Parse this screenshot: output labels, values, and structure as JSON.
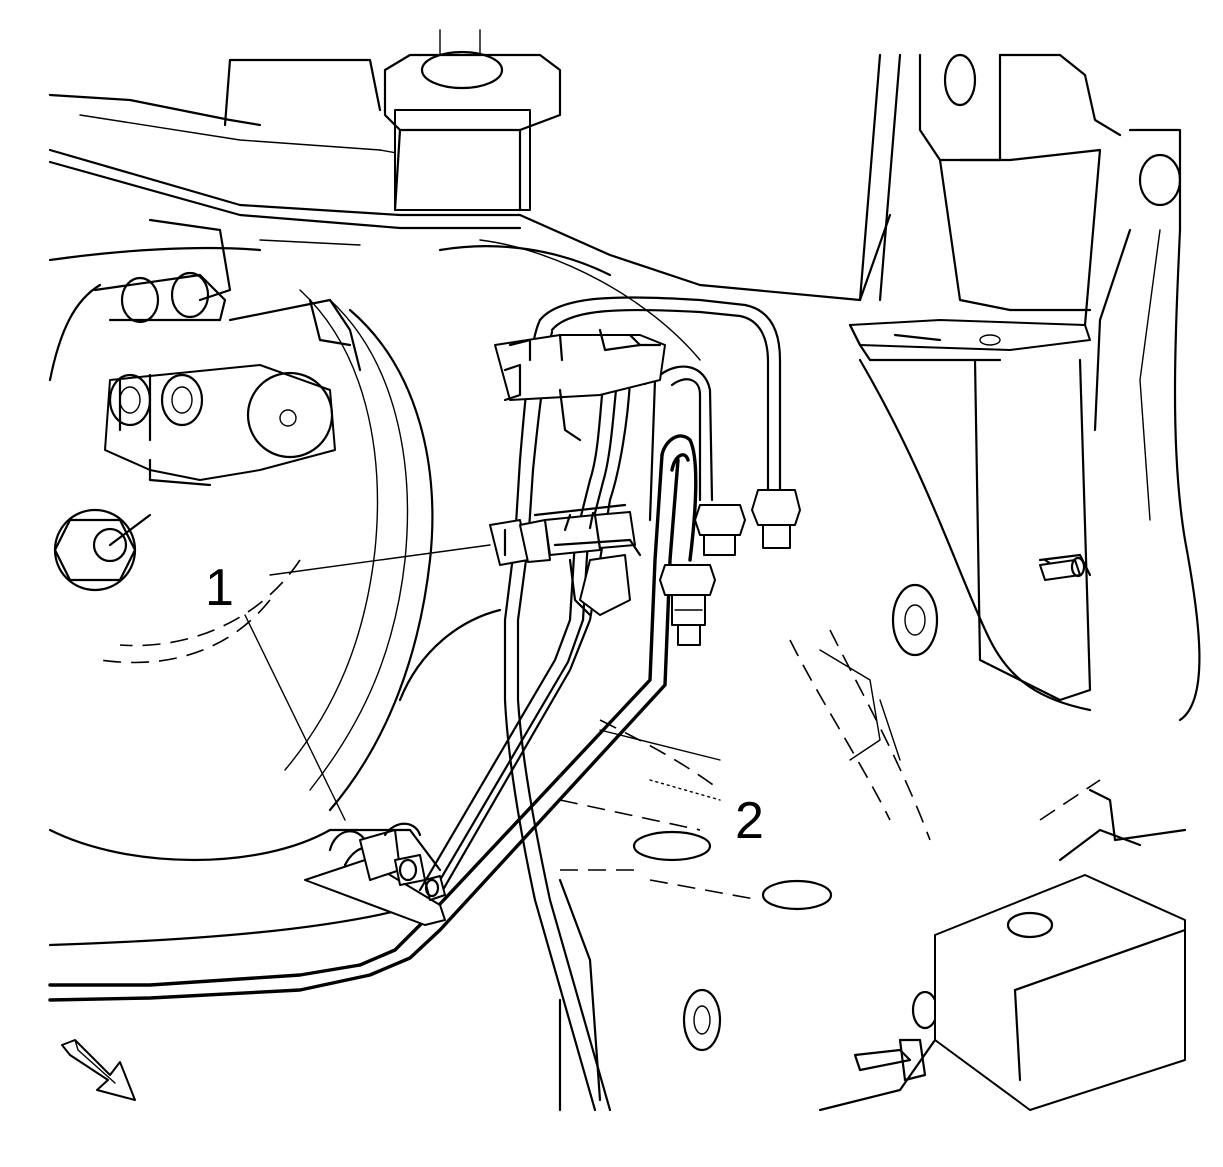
{
  "callouts": [
    {
      "id": "1",
      "label": "1"
    },
    {
      "id": "2",
      "label": "2"
    }
  ],
  "icons": {
    "direction_arrow": "forward-arrow-icon"
  },
  "colors": {
    "line": "#000000",
    "background": "#ffffff"
  }
}
